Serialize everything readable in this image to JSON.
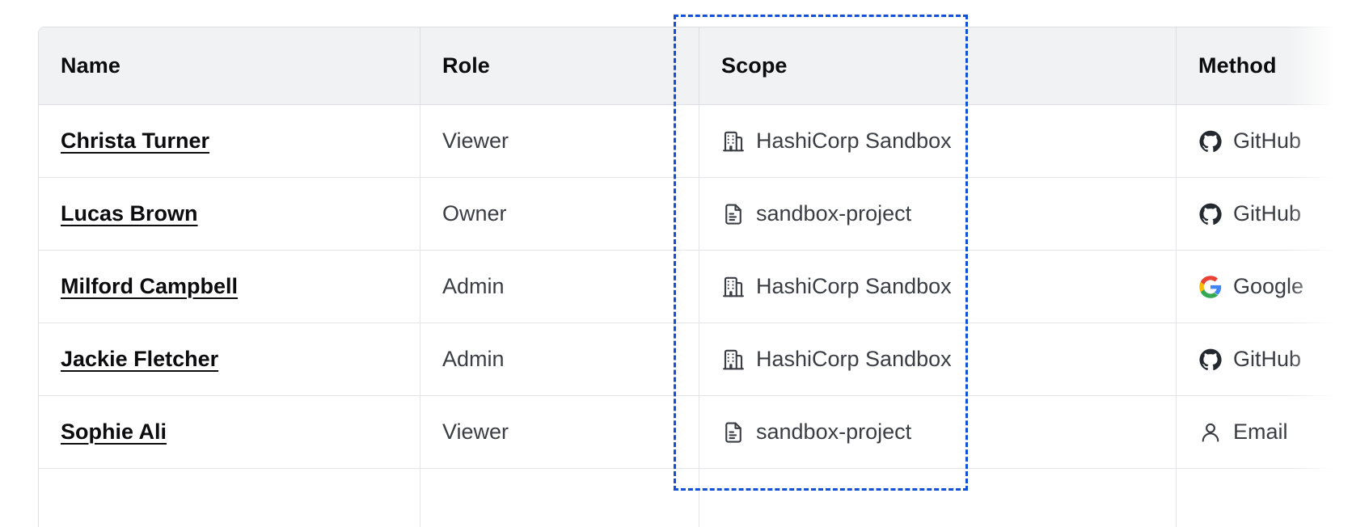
{
  "table": {
    "columns": [
      {
        "key": "name",
        "label": "Name"
      },
      {
        "key": "role",
        "label": "Role"
      },
      {
        "key": "scope",
        "label": "Scope"
      },
      {
        "key": "method",
        "label": "Method"
      }
    ],
    "rows": [
      {
        "name": "Christa Turner",
        "role": "Viewer",
        "scope": "HashiCorp Sandbox",
        "scope_icon": "organization-building-icon",
        "method": "GitHub",
        "method_icon": "github-icon"
      },
      {
        "name": "Lucas Brown",
        "role": "Owner",
        "scope": "sandbox-project",
        "scope_icon": "project-document-icon",
        "method": "GitHub",
        "method_icon": "github-icon"
      },
      {
        "name": "Milford Campbell",
        "role": "Admin",
        "scope": "HashiCorp Sandbox",
        "scope_icon": "organization-building-icon",
        "method": "Google",
        "method_icon": "google-icon"
      },
      {
        "name": "Jackie Fletcher",
        "role": "Admin",
        "scope": "HashiCorp Sandbox",
        "scope_icon": "organization-building-icon",
        "method": "GitHub",
        "method_icon": "github-icon"
      },
      {
        "name": "Sophie Ali",
        "role": "Viewer",
        "scope": "sandbox-project",
        "scope_icon": "project-document-icon",
        "method": "Email",
        "method_icon": "user-person-icon"
      }
    ]
  },
  "selection": {
    "target_column": "Scope",
    "style": "dashed",
    "color": "#1250d8"
  },
  "colors": {
    "header_background": "#f1f2f3",
    "header_text": "#0c0c0e",
    "body_text": "#3b3d45",
    "link_text": "#0c0c0e",
    "border": "#e4e5e8",
    "selection_blue": "#1250d8",
    "google_blue": "#4285f4",
    "google_red": "#ea4335",
    "google_yellow": "#fbbc05",
    "google_green": "#34a853"
  }
}
